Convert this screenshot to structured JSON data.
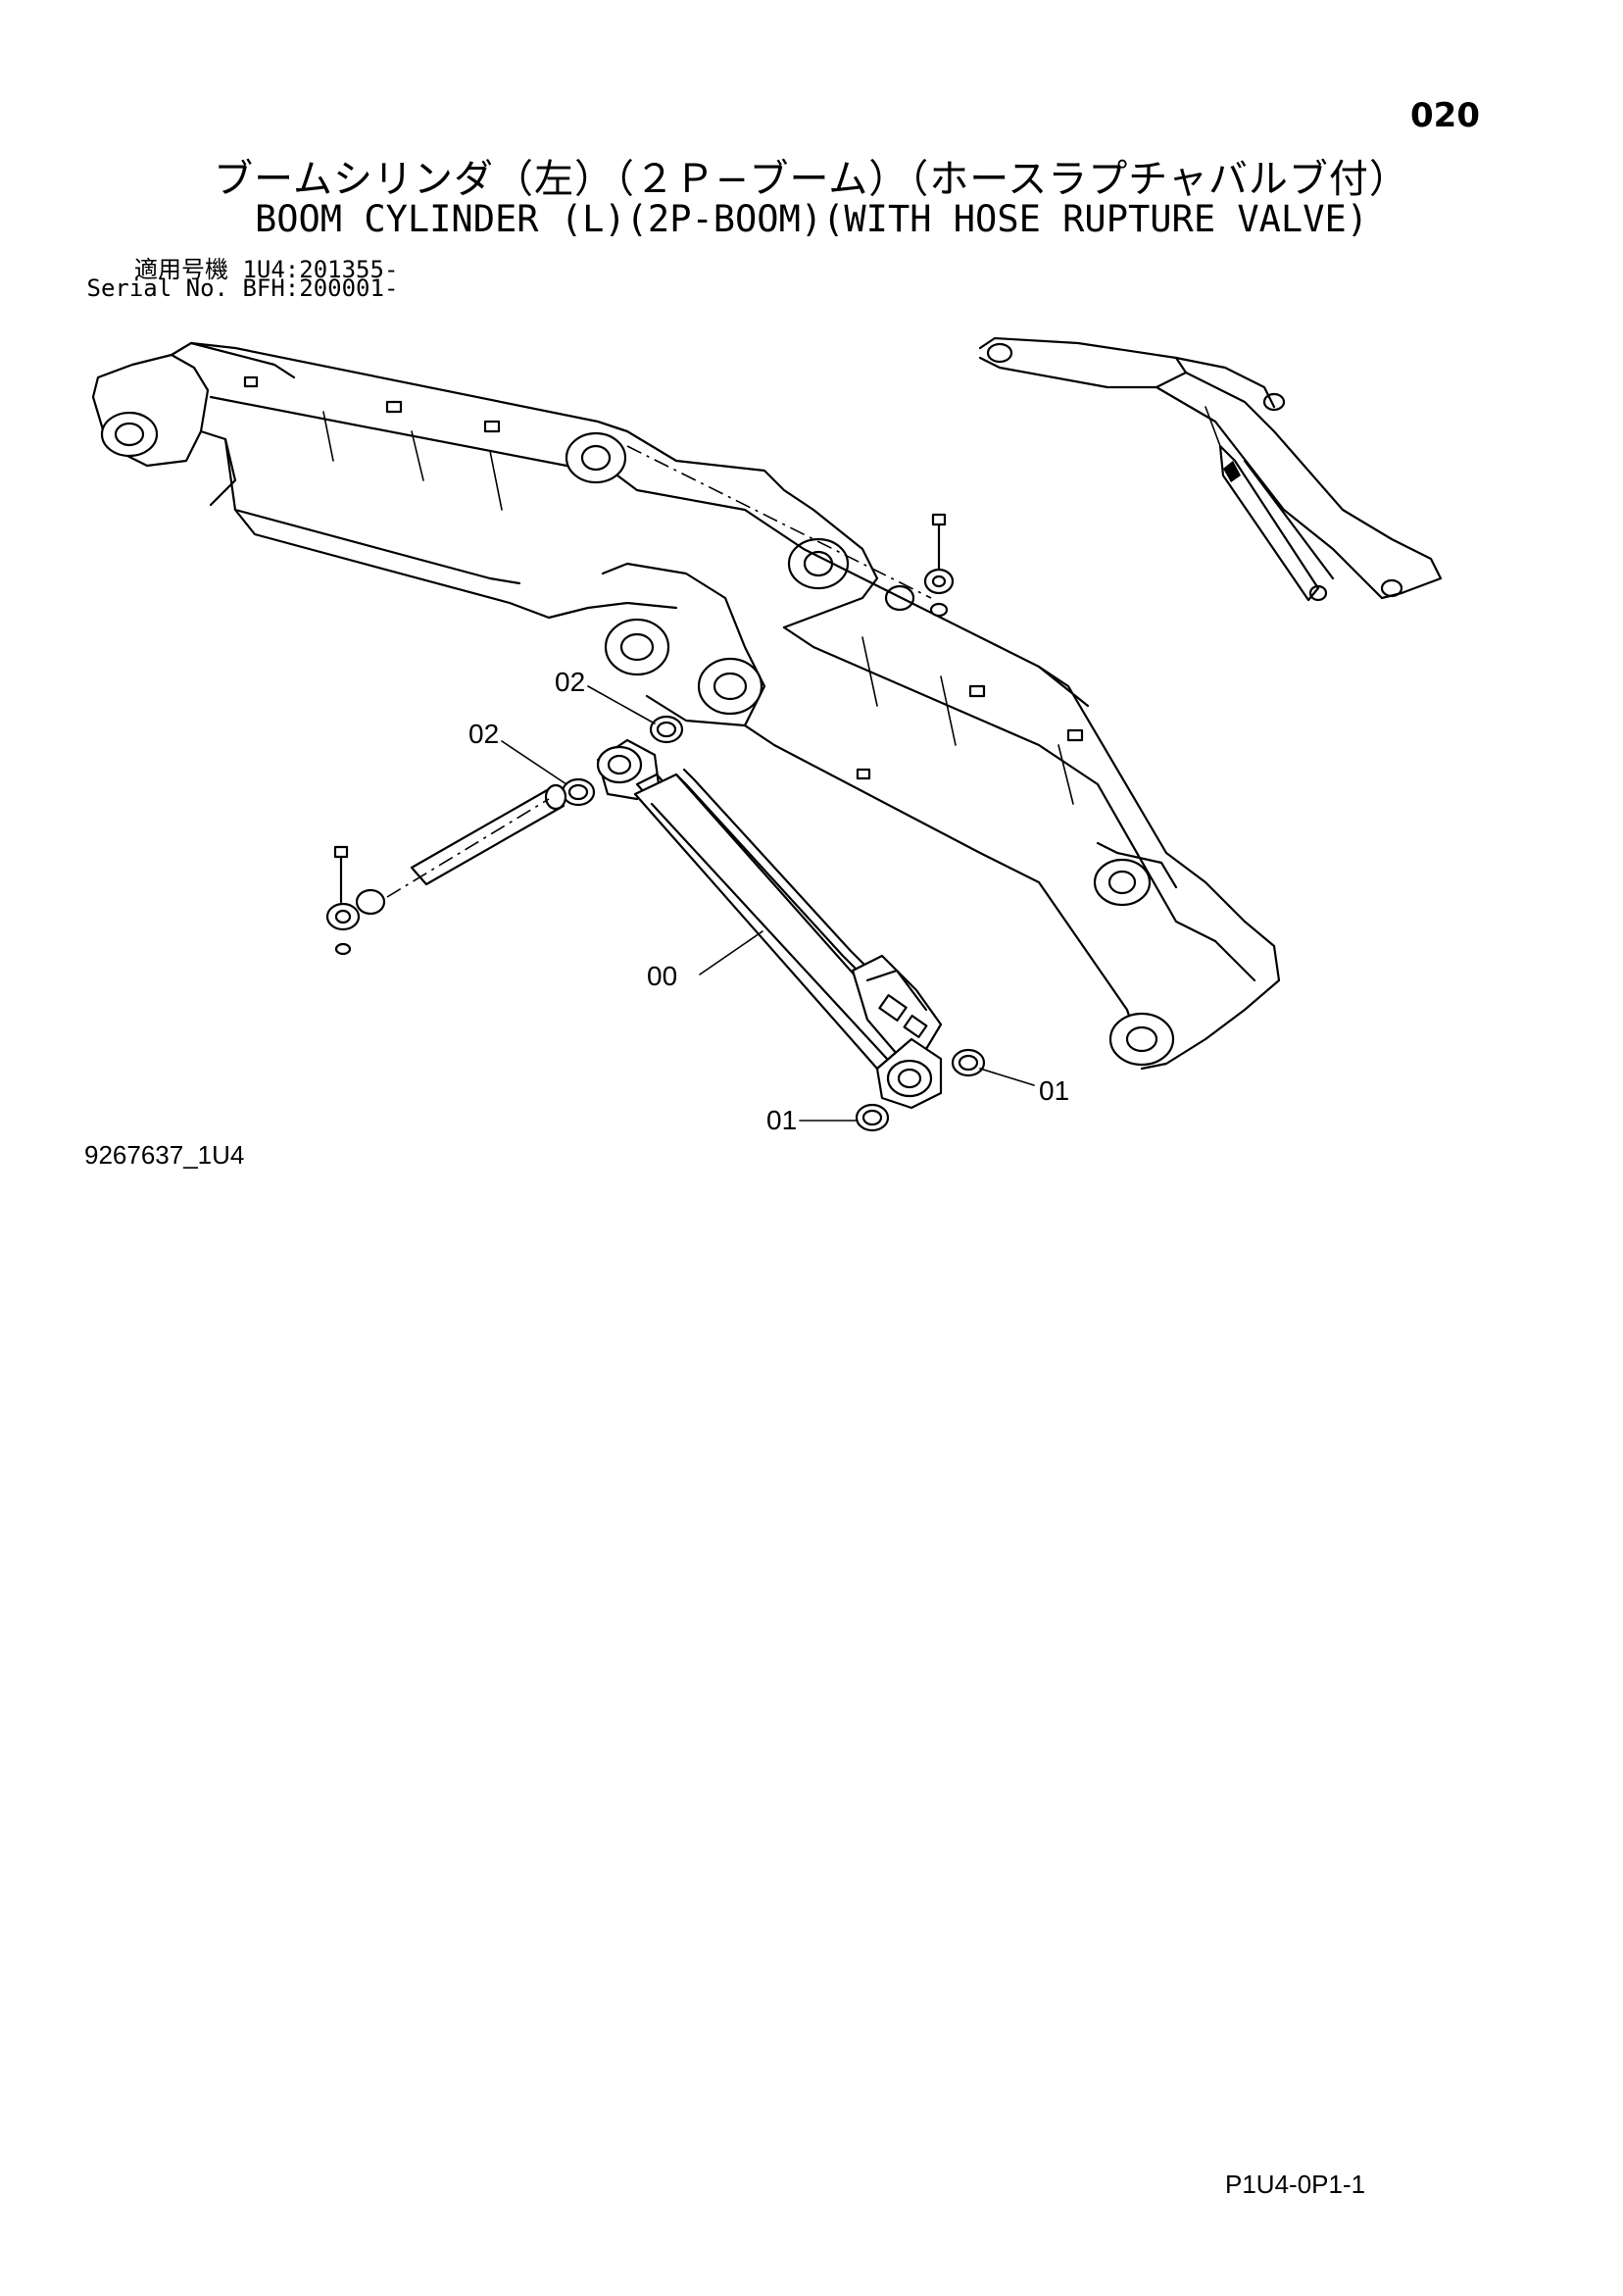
{
  "page_number": "020",
  "title_ja": "ブームシリンダ（左）（２Ｐ−ブーム）（ホースラプチャバルブ付）",
  "title_en": "BOOM CYLINDER (L)(2P-BOOM)(WITH HOSE RUPTURE VALVE)",
  "applicability": [
    {
      "label": "適用号機",
      "value": "1U4:201355-"
    },
    {
      "label": "Serial No.",
      "value": "BFH:200001-"
    }
  ],
  "callouts": {
    "c02a": "02",
    "c02b": "02",
    "c00": "00",
    "c01a": "01",
    "c01b": "01"
  },
  "drawing_id": "9267637_1U4",
  "sheet_code": "P1U4-0P1-1"
}
